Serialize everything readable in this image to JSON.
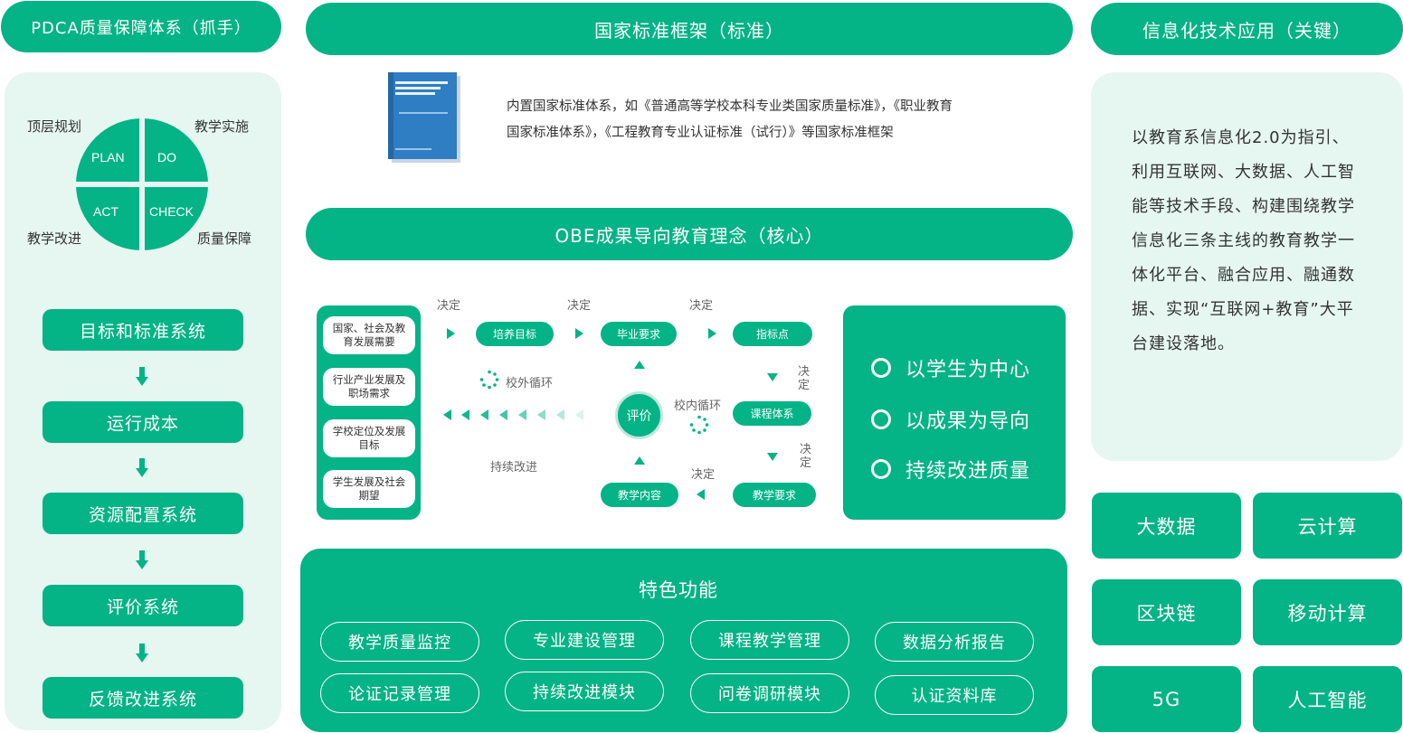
{
  "pdca": {
    "title": "PDCA质量保障体系（抓手）",
    "labels": {
      "top_left": "顶层规划",
      "top_right": "教学实施",
      "bottom_left": "教学改进",
      "bottom_right": "质量保障"
    },
    "quadrants": {
      "plan": "PLAN",
      "do": "DO",
      "act": "ACT",
      "check": "CHECK"
    },
    "systems": [
      "目标和标准系统",
      "运行成本",
      "资源配置系统",
      "评价系统",
      "反馈改进系统"
    ]
  },
  "standards": {
    "title": "国家标准框架（标准）",
    "description_line1": "内置国家标准体系，如《普通高等学校本科专业类国家质量标准》，《职业教育",
    "description_line2": "国家标准体系》，《工程教育专业认证标准（试行）》等国家标准框架"
  },
  "obe": {
    "title": "OBE成果导向教育理念（核心）",
    "sources": [
      "国家、社会及教育发展需要",
      "行业产业发展及职场需求",
      "学校定位及发展目标",
      "学生发展及社会期望"
    ],
    "decide": "决定",
    "nodes": {
      "goal": "培养目标",
      "grad": "毕业要求",
      "index": "指标点",
      "course": "课程体系",
      "teach_req": "教学要求",
      "content": "教学内容",
      "eval": "评价"
    },
    "outer_loop": "校外循环",
    "inner_loop": "校内循环",
    "continuous": "持续改进",
    "principles": [
      "以学生为中心",
      "以成果为导向",
      "持续改进质量"
    ]
  },
  "features": {
    "title": "特色功能",
    "items": [
      "教学质量监控",
      "专业建设管理",
      "课程教学管理",
      "数据分析报告",
      "论证记录管理",
      "持续改进模块",
      "问卷调研模块",
      "认证资料库"
    ]
  },
  "it": {
    "title": "信息化技术应用（关键）",
    "description": [
      "以教育系信息化2.0为指引、",
      "利用互联网、大数据、人工智",
      "能等技术手段、构建围绕教学",
      "信息化三条主线的教育教学一",
      "体化平台、融合应用、融通数",
      "据、实现“互联网+教育”大平",
      "台建设落地。"
    ],
    "techs": [
      "大数据",
      "云计算",
      "区块链",
      "移动计算",
      "5G",
      "人工智能"
    ]
  },
  "colors": {
    "primary": "#04b386",
    "panel": "#e6f6f0"
  },
  "icons": [
    "book-cover-icon",
    "loop-icon",
    "ring-icon",
    "arrow-icon"
  ]
}
